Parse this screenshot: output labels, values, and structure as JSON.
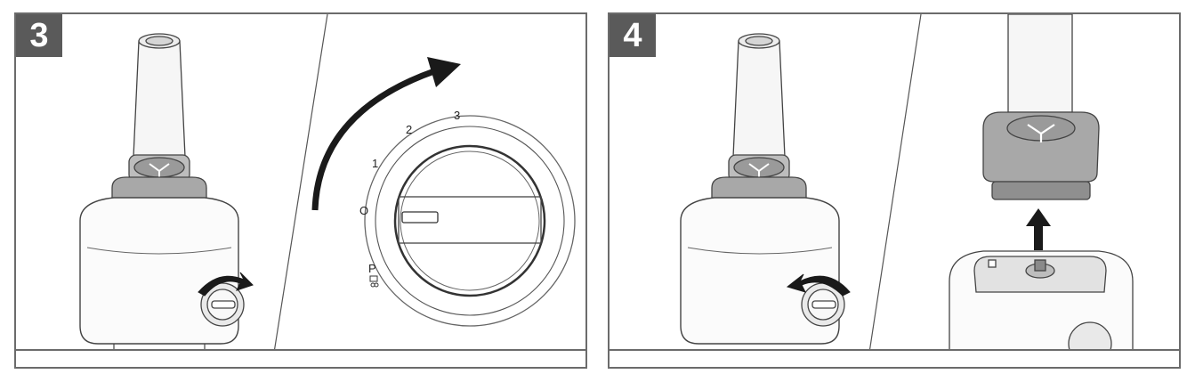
{
  "steps": [
    {
      "number": "3"
    },
    {
      "number": "4"
    }
  ],
  "dial": {
    "labels": [
      "P",
      "O",
      "1",
      "2",
      "3"
    ]
  }
}
